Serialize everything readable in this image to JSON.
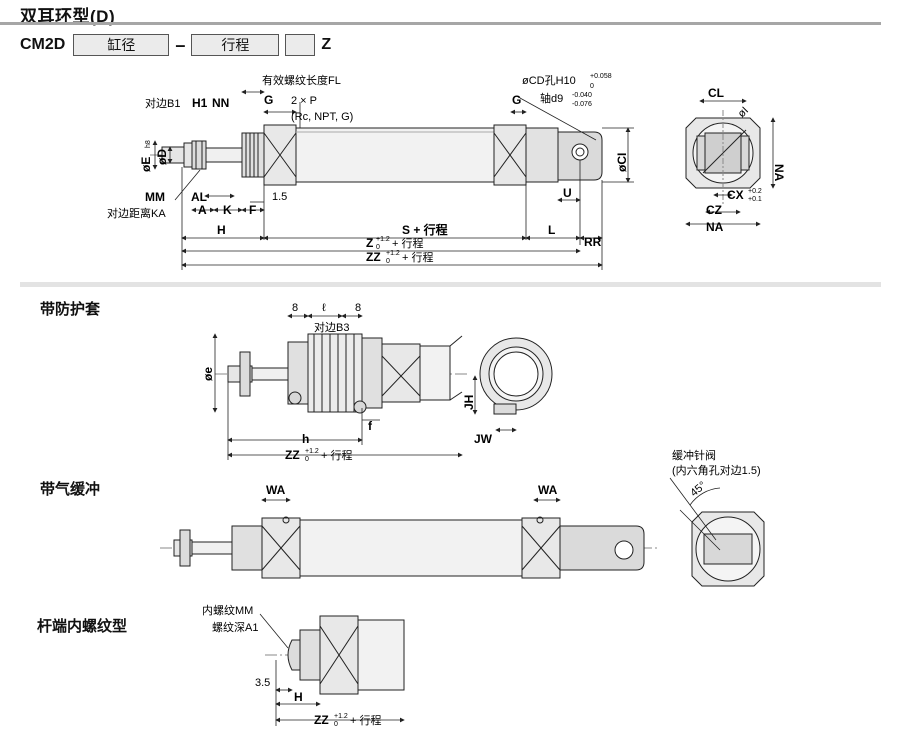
{
  "page": {
    "title": "双耳环型(D)",
    "model": {
      "code": "CM2D",
      "bore_box": "缸径",
      "dash": "–",
      "stroke_box": "行程",
      "suffix": "Z"
    }
  },
  "sections": {
    "boot": "带防护套",
    "cushion": "带气缓冲",
    "female": "杆端内螺纹型"
  },
  "main_labels": {
    "fl": "有效螺纹长度FL",
    "port": "2 × P",
    "port_note": "(Rc, NPT, G)",
    "flats_b1": "对边B1",
    "h1": "H1",
    "nn": "NN",
    "g_left": "G",
    "g_right": "G",
    "cd": "øCD孔H10",
    "cd_tol_upper": "+0.058",
    "cd_tol_lower": "0",
    "d9": "轴d9",
    "d9_tol_upper": "-0.040",
    "d9_tol_lower": "-0.076",
    "e": "øE",
    "e_fit": "h8",
    "d": "øD",
    "mm": "MM",
    "al": "AL",
    "a": "A",
    "k": "K",
    "f": "F",
    "ka": "对边距离KA",
    "dim_15": "1.5",
    "h": "H",
    "s": "S + 行程",
    "l": "L",
    "rr": "RR",
    "u": "U",
    "ci": "øCI",
    "z": "Z",
    "zz": "ZZ",
    "tol_plus": "+1.2",
    "tol_zero": "0",
    "plus_stroke": "+ 行程"
  },
  "end_view": {
    "cl": "CL",
    "phi_i": "øI",
    "na_vert": "NA",
    "na_horz": "NA",
    "cx": "CX",
    "cx_tol_upper": "+0.2",
    "cx_tol_lower": "+0.1",
    "cz": "CZ"
  },
  "boot_labels": {
    "dim_8a": "8",
    "l_italic": "ℓ",
    "dim_8b": "8",
    "b3": "对边B3",
    "e": "øe",
    "f": "f",
    "h": "h",
    "zz": "ZZ",
    "tol_plus": "+1.2",
    "tol_zero": "0",
    "plus_stroke": "+ 行程",
    "jh": "JH",
    "jw": "JW"
  },
  "cushion_labels": {
    "wa_left": "WA",
    "wa_right": "WA",
    "needle": "缓冲针阀",
    "hex_note": "(内六角孔对边1.5)",
    "angle": "45°"
  },
  "female_labels": {
    "mm": "内螺纹MM",
    "a1": "螺纹深A1",
    "dim_35": "3.5",
    "h": "H",
    "zz": "ZZ",
    "tol_plus": "+1.2",
    "tol_zero": "0",
    "plus_stroke": "+ 行程"
  }
}
